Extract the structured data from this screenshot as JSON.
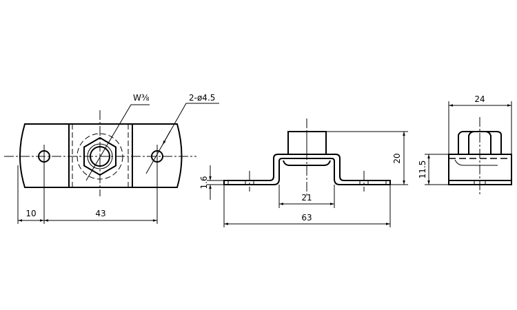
{
  "drawing": {
    "labels": {
      "thread": "W⅜",
      "holes": "2-ø4.5"
    },
    "dimensions": {
      "front_edge_to_hole": "10",
      "front_hole_spacing": "43",
      "side_thickness": "1.6",
      "side_inner_width": "21",
      "side_overall_length": "63",
      "side_height": "20",
      "end_width": "24",
      "end_body_height": "11.5"
    }
  }
}
